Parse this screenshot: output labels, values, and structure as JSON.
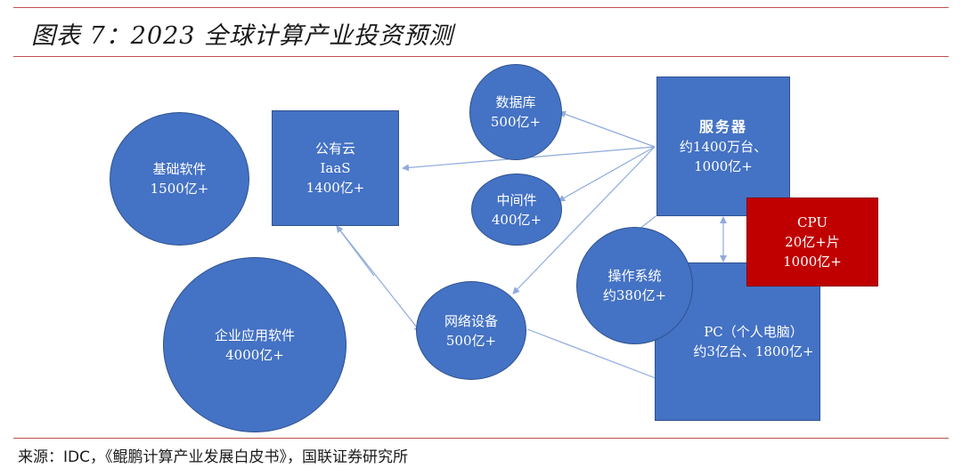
{
  "title": "图表 7：2023 全球计算产业投资预测",
  "source": "来源：IDC，《鲲鹏计算产业发展白皮书》，国联证券研究所",
  "nodes": {
    "basic_software": {
      "name": "基础软件",
      "value": "1500亿+"
    },
    "enterprise_software": {
      "name": "企业应用软件",
      "value": "4000亿+"
    },
    "public_cloud": {
      "name": "公有云",
      "sub": "IaaS",
      "value": "1400亿+"
    },
    "database": {
      "name": "数据库",
      "value": "500亿+"
    },
    "middleware": {
      "name": "中间件",
      "value": "400亿+"
    },
    "network": {
      "name": "网络设备",
      "value": "500亿+"
    },
    "os": {
      "name": "操作系统",
      "value": "约380亿+"
    },
    "server": {
      "name": "服务器",
      "line2": "约1400万台、",
      "line3": "1000亿+"
    },
    "cpu": {
      "name": "CPU",
      "line2": "20亿+片",
      "line3": "1000亿+"
    },
    "pc": {
      "name": "PC（个人电脑）",
      "value": "约3亿台、1800亿+"
    }
  },
  "colors": {
    "node_blue": "#4472c4",
    "node_red": "#c00000",
    "rule": "#c0504d",
    "arrow": "#8faadc"
  }
}
